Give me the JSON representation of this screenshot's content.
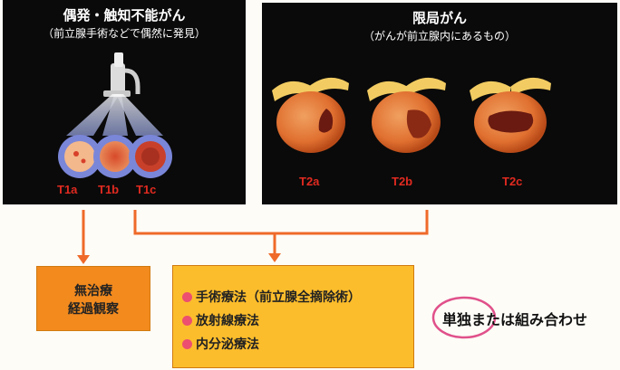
{
  "left_panel": {
    "title": "偶発・触知不能がん",
    "subtitle": "（前立腺手術などで偶然に発見）",
    "stages": [
      "T1a",
      "T1b",
      "T1c"
    ]
  },
  "right_panel": {
    "title": "限局がん",
    "subtitle": "（がんが前立腺内にあるもの）",
    "stages": [
      "T2a",
      "T2b",
      "T2c"
    ]
  },
  "observation_box": {
    "line1": "無治療",
    "line2": "経過観察"
  },
  "treatment_box": {
    "items": [
      "手術療法（前立腺全摘除術）",
      "放射線療法",
      "内分泌療法"
    ]
  },
  "note": "単独または組み合わせ",
  "colors": {
    "panel_bg": "#0a0a0a",
    "stage_label": "#e02a20",
    "connector": "#ef6a2a",
    "observation_fill": "#f28a1e",
    "treatment_fill": "#fcbd2c",
    "bullet": "#ec4f6f",
    "circle_highlight": "#e0508a"
  }
}
